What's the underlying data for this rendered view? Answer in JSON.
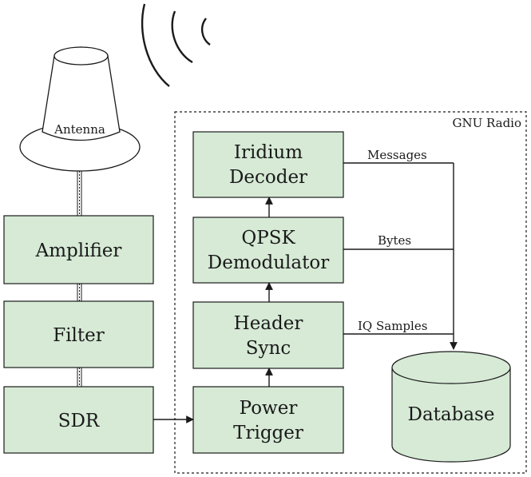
{
  "nodes": {
    "antenna": {
      "label": "Antenna"
    },
    "amplifier": {
      "label": "Amplifier"
    },
    "filter": {
      "label": "Filter"
    },
    "sdr": {
      "label": "SDR"
    },
    "power_trigger": {
      "line1": "Power",
      "line2": "Trigger"
    },
    "header_sync": {
      "line1": "Header",
      "line2": "Sync"
    },
    "qpsk": {
      "line1": "QPSK",
      "line2": "Demodulator"
    },
    "iridium": {
      "line1": "Iridium",
      "line2": "Decoder"
    },
    "database": {
      "label": "Database"
    }
  },
  "group": {
    "label": "GNU Radio"
  },
  "edges": {
    "messages": "Messages",
    "bytes": "Bytes",
    "iq_samples": "IQ Samples"
  },
  "colors": {
    "box_fill": "#d6ead6",
    "stroke": "#1a1a1a"
  }
}
